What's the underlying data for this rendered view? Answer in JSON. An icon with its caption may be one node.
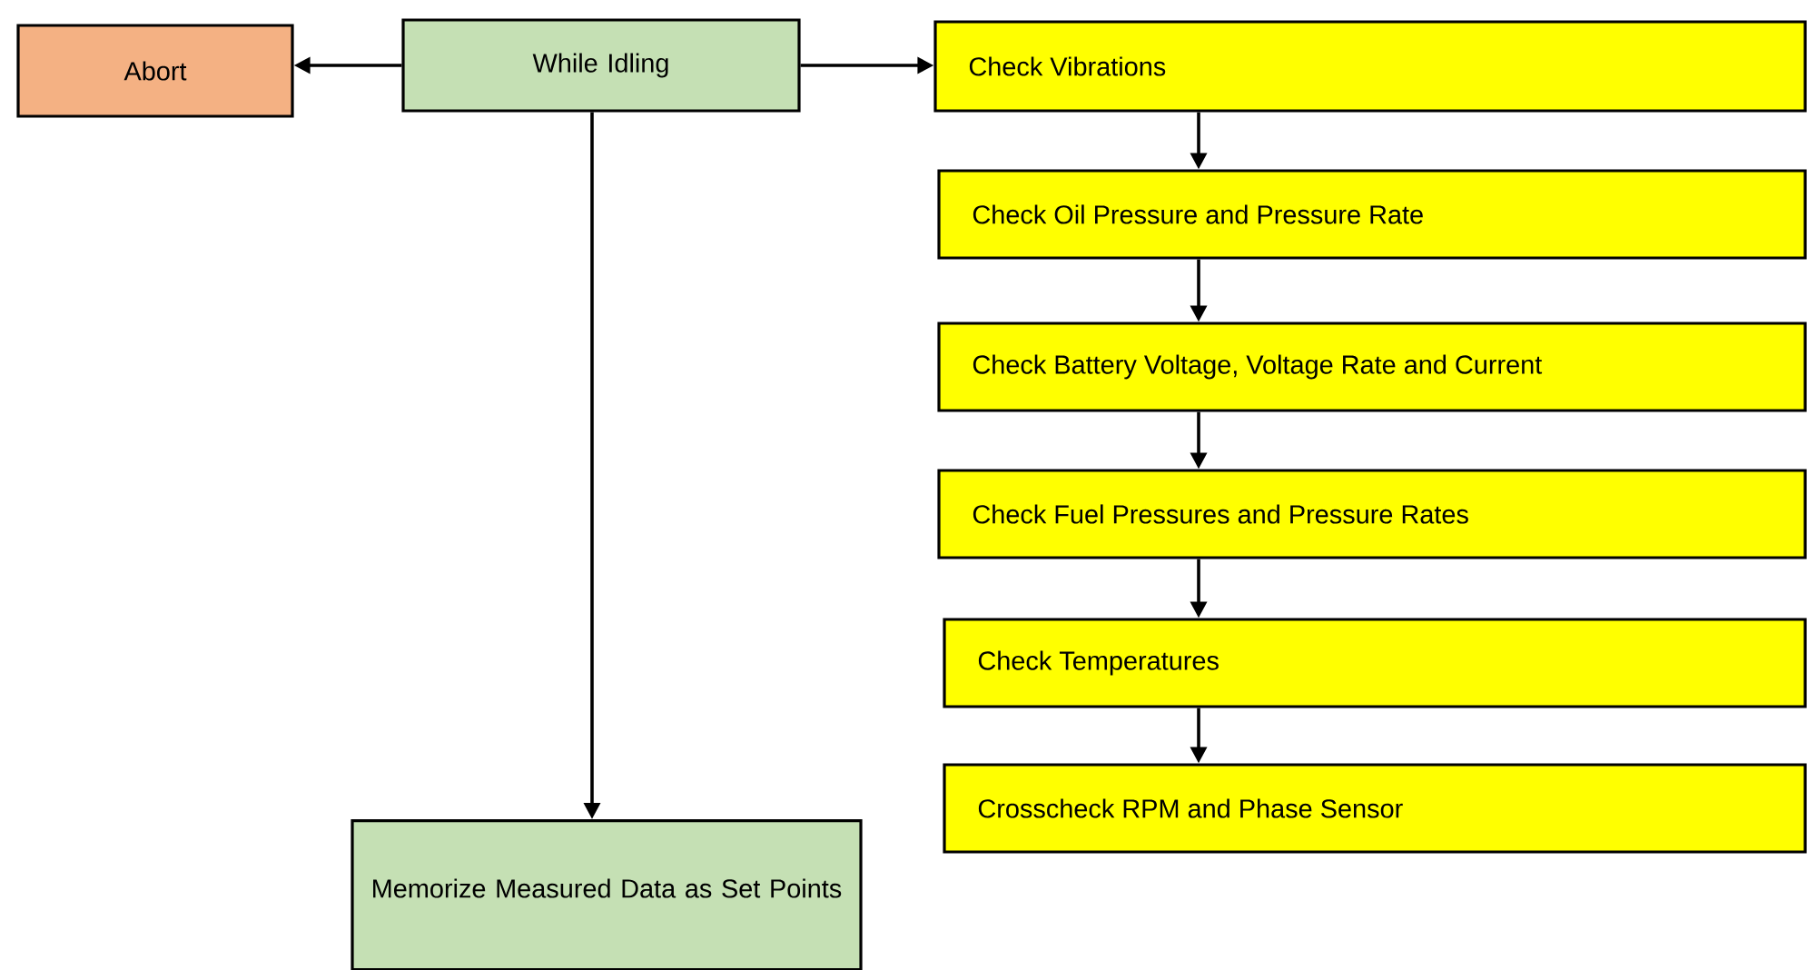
{
  "diagram": {
    "nodes": [
      {
        "text": [
          "While Idling"
        ]
      },
      {
        "text": [
          "Abort"
        ]
      },
      {
        "text": [
          "Check Vibrations"
        ]
      },
      {
        "text": [
          "Check Oil Pressure and Pressure Rate"
        ]
      },
      {
        "text": [
          "Check Battery Voltage, Voltage Rate and Current"
        ]
      },
      {
        "text": [
          "Check Fuel Pressures and Pressure Rates"
        ]
      },
      {
        "text": [
          "Check Temperatures"
        ]
      },
      {
        "text": [
          "Crosscheck RPM and Phase Sensor"
        ]
      },
      {
        "text": [
          "Memorize Measured Data as Set Points"
        ]
      }
    ],
    "edges": [
      {
        "from": 0,
        "to": 1,
        "arrow": "to"
      },
      {
        "from": 0,
        "to": 2,
        "arrow": "to"
      },
      {
        "from": 0,
        "to": 8,
        "arrow": "to"
      },
      {
        "from": 2,
        "to": 3,
        "arrow": "to"
      },
      {
        "from": 3,
        "to": 4,
        "arrow": "to"
      },
      {
        "from": 4,
        "to": 5,
        "arrow": "to"
      },
      {
        "from": 5,
        "to": 6,
        "arrow": "to"
      },
      {
        "from": 6,
        "to": 7,
        "arrow": "to"
      }
    ]
  }
}
